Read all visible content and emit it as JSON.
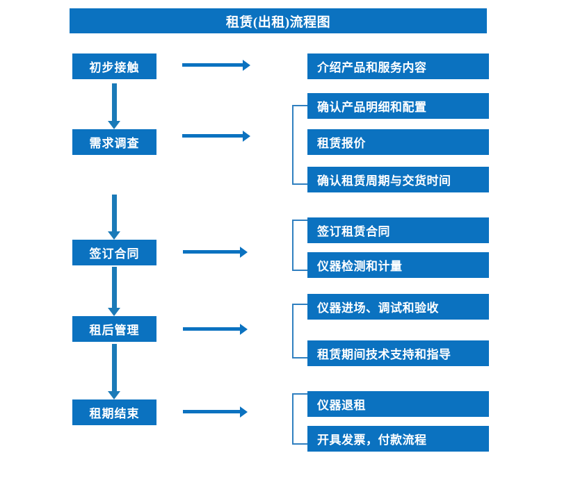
{
  "diagram": {
    "title": "租赁(出租)流程图",
    "accent_color": "#0b72c0",
    "bracket_color": "#2f7fc0",
    "arrow_color": "#0b72c0",
    "background_color": "#ffffff",
    "stages": [
      {
        "id": "initial-contact",
        "label": "初步接触",
        "details": [
          "介绍产品和服务内容"
        ],
        "has_bracket": false
      },
      {
        "id": "demand-survey",
        "label": "需求调查",
        "details": [
          "确认产品明细和配置",
          "租赁报价",
          "确认租赁周期与交货时间"
        ],
        "has_bracket": true
      },
      {
        "id": "sign-contract",
        "label": "签订合同",
        "details": [
          "签订租赁合同",
          "仪器检测和计量"
        ],
        "has_bracket": true
      },
      {
        "id": "post-rental-management",
        "label": "租后管理",
        "details": [
          "仪器进场、调试和验收",
          "租赁期间技术支持和指导"
        ],
        "has_bracket": true
      },
      {
        "id": "lease-end",
        "label": "租期结束",
        "details": [
          "仪器退租",
          "开具发票，付款流程"
        ],
        "has_bracket": true
      }
    ],
    "detail_boxes": [
      "介绍产品和服务内容",
      "确认产品明细和配置",
      "租赁报价",
      "确认租赁周期与交货时间",
      "签订租赁合同",
      "仪器检测和计量",
      "仪器进场、调试和验收",
      "租赁期间技术支持和指导",
      "仪器退租",
      "开具发票，付款流程"
    ]
  }
}
